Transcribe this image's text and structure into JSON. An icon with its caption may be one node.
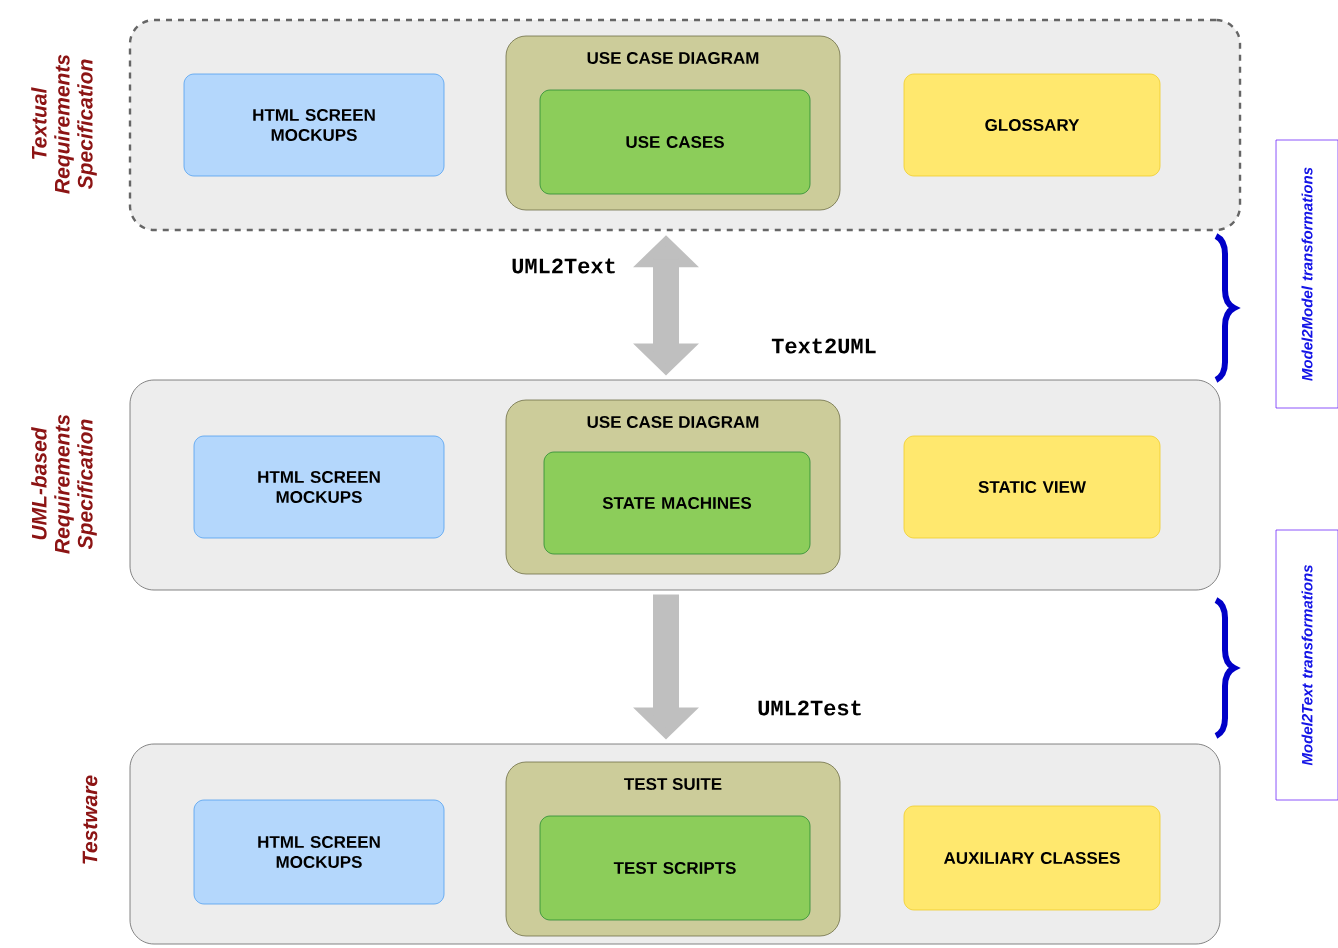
{
  "diagram": {
    "nodes": [
      {
        "text": [
          "Textual Requirements Specification"
        ]
      },
      {
        "text": [
          "HTML SCREEN MOCKUPS"
        ],
        "in": 0
      },
      {
        "text": [
          "USE CASE DIAGRAM"
        ],
        "in": 0
      },
      {
        "text": [
          "USE CASES"
        ],
        "in": 2
      },
      {
        "text": [
          "GLOSSARY"
        ],
        "in": 0
      },
      {
        "text": [
          "UML-based Requirements Specification"
        ]
      },
      {
        "text": [
          "HTML SCREEN MOCKUPS"
        ],
        "in": 5
      },
      {
        "text": [
          "USE CASE DIAGRAM"
        ],
        "in": 5
      },
      {
        "text": [
          "STATE MACHINES"
        ],
        "in": 7
      },
      {
        "text": [
          "STATIC VIEW"
        ],
        "in": 5
      },
      {
        "text": [
          "Testware"
        ]
      },
      {
        "text": [
          "HTML SCREEN MOCKUPS"
        ],
        "in": 10
      },
      {
        "text": [
          "TEST SUITE"
        ],
        "in": 10
      },
      {
        "text": [
          "TEST SCRIPTS"
        ],
        "in": 12
      },
      {
        "text": [
          "AUXILIARY CLASSES"
        ],
        "in": 10
      },
      {
        "text": [
          "Model2Model transformations"
        ]
      },
      {
        "text": [
          "Model2Text transformations"
        ]
      }
    ],
    "edges": [
      {
        "from": 0,
        "to": 5,
        "arrow": "both",
        "label": "UML2Text"
      },
      {
        "from": 5,
        "to": 10,
        "arrow": "to",
        "label": "UML2Test"
      }
    ],
    "labels": [
      "Text2UML"
    ]
  }
}
